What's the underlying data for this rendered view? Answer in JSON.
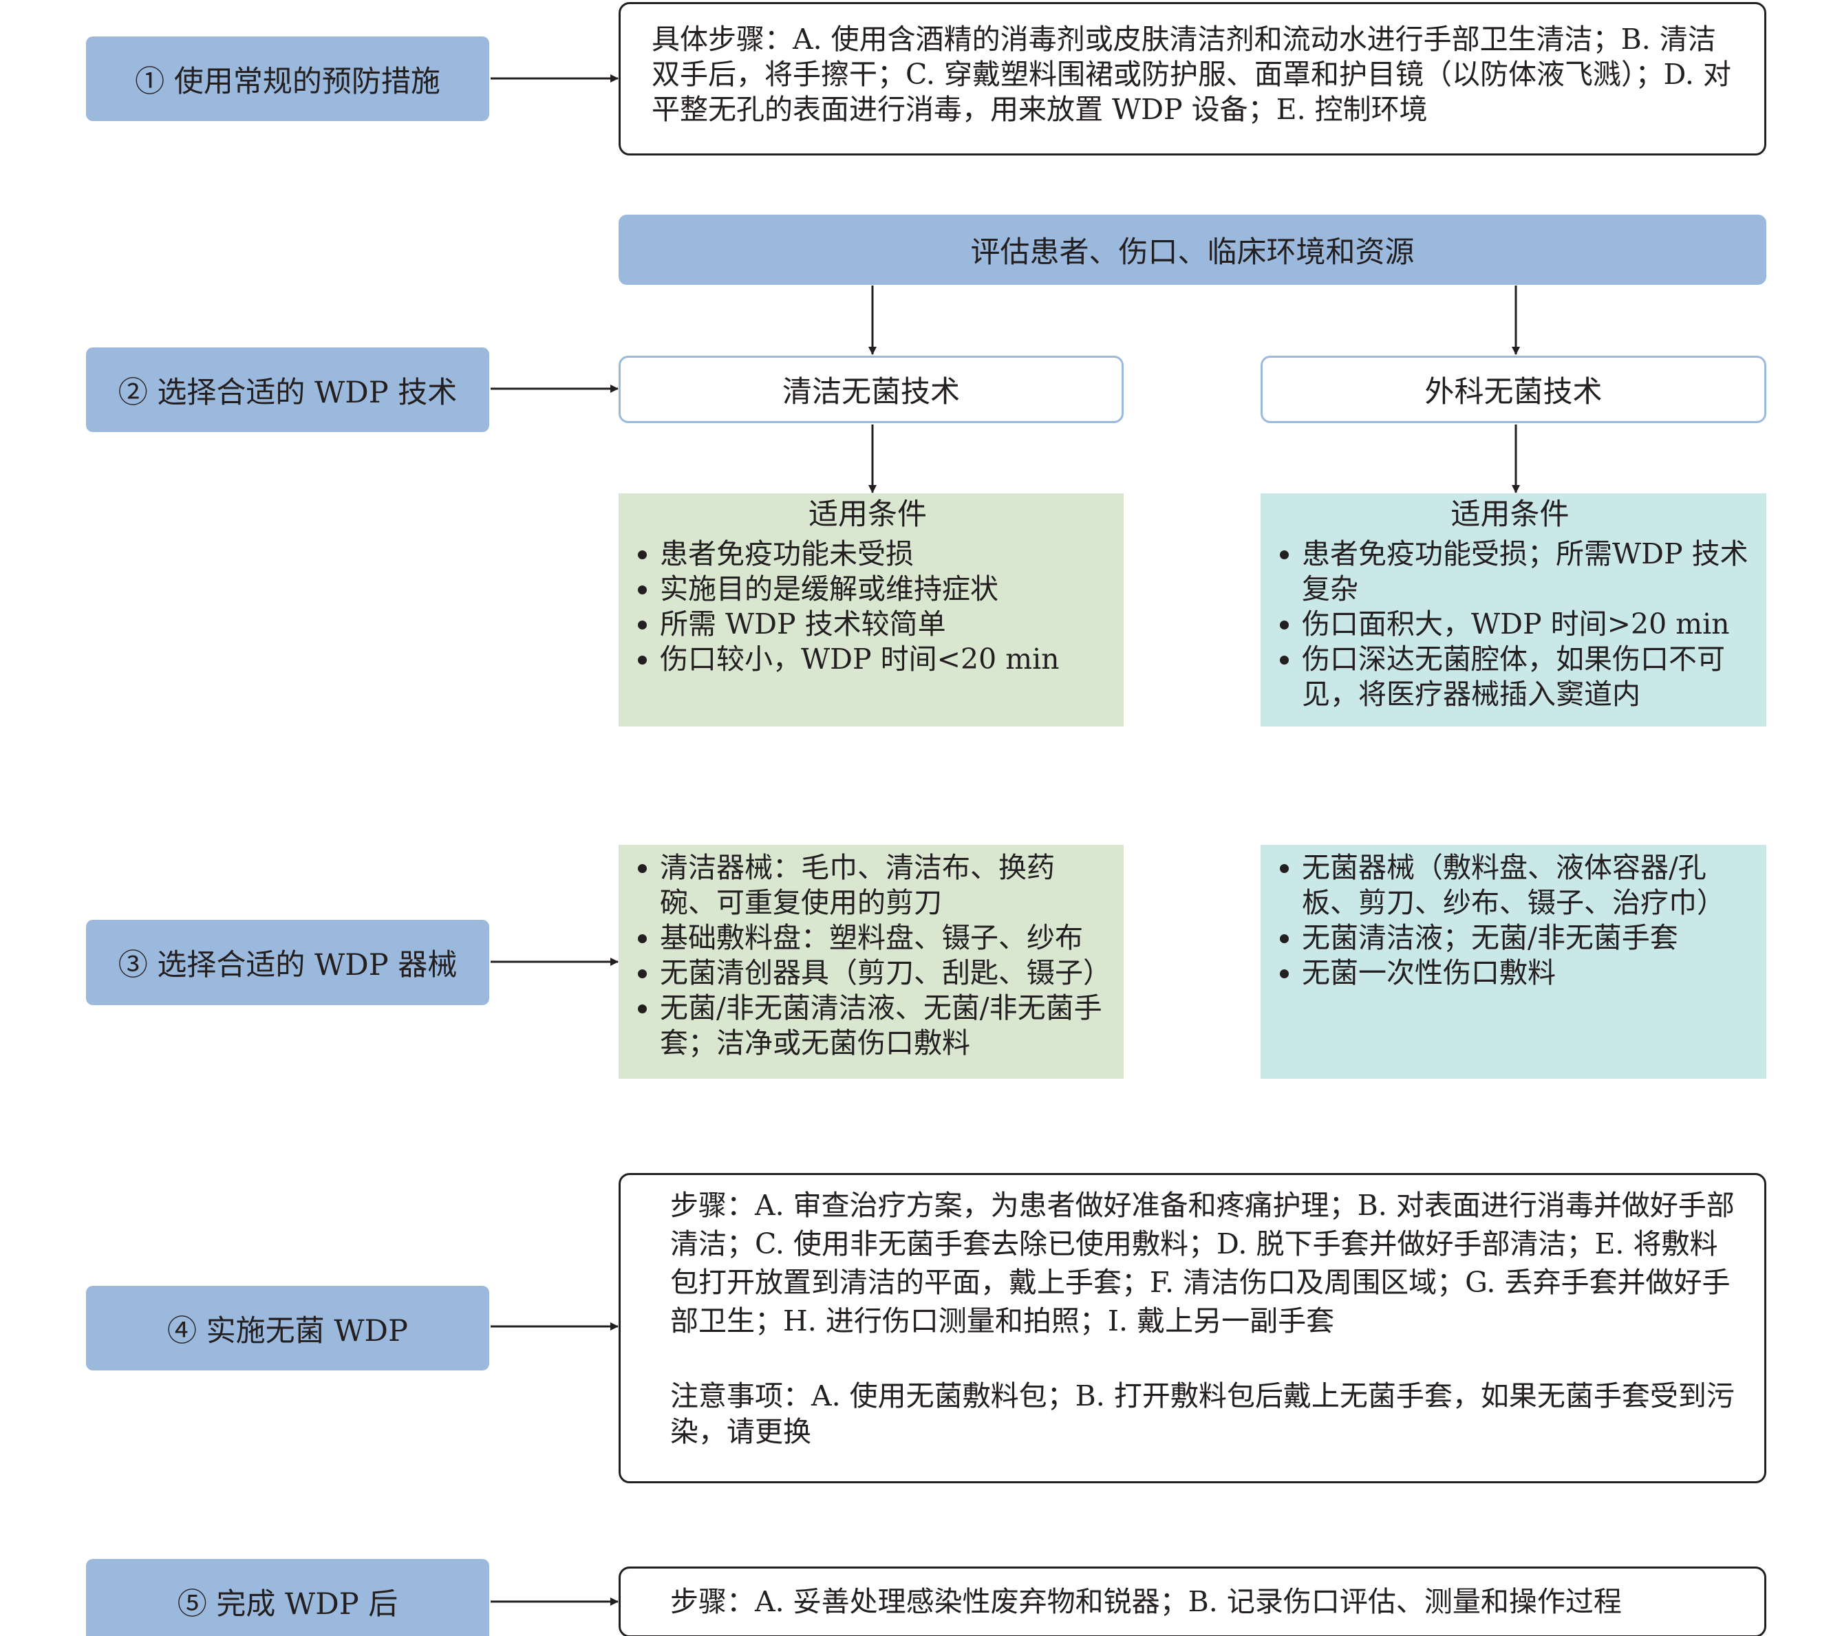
{
  "steps": {
    "s1": "① 使用常规的预防措施",
    "s2": "② 选择合适的 WDP 技术",
    "s3": "③ 选择合适的 WDP 器械",
    "s4": "④ 实施无菌 WDP",
    "s5": "⑤ 完成 WDP 后"
  },
  "box1": {
    "text": "具体步骤：A. 使用含酒精的消毒剂或皮肤清洁剂和流动水进行手部卫生清洁；B. 清洁双手后，将手擦干；C. 穿戴塑料围裙或防护服、面罩和护目镜（以防体液飞溅）；D. 对平整无孔的表面进行消毒，用来放置 WDP 设备；E. 控制环境"
  },
  "assess": "评估患者、伤口、临床环境和资源",
  "clean": {
    "label": "清洁无菌技术",
    "conditions_title": "适用条件",
    "conditions": [
      "患者免疫功能未受损",
      "实施目的是缓解或维持症状",
      "所需 WDP 技术较简单",
      "伤口较小，WDP 时间<20 min"
    ],
    "equipment": [
      "清洁器械：毛巾、清洁布、换药碗、可重复使用的剪刀",
      "基础敷料盘：塑料盘、镊子、纱布",
      "无菌清创器具（剪刀、刮匙、镊子）",
      "无菌/非无菌清洁液、无菌/非无菌手套；洁净或无菌伤口敷料"
    ]
  },
  "surgical": {
    "label": "外科无菌技术",
    "conditions_title": "适用条件",
    "conditions": [
      "患者免疫功能受损；所需WDP 技术复杂",
      "伤口面积大，WDP 时间>20 min",
      "伤口深达无菌腔体，如果伤口不可见，将医疗器械插入窦道内"
    ],
    "equipment": [
      "无菌器械（敷料盘、液体容器/孔板、剪刀、纱布、镊子、治疗巾）",
      "无菌清洁液；无菌/非无菌手套",
      "无菌一次性伤口敷料"
    ]
  },
  "box4": {
    "steps": "步骤：A. 审查治疗方案，为患者做好准备和疼痛护理；B. 对表面进行消毒并做好手部清洁；C. 使用非无菌手套去除已使用敷料；D. 脱下手套并做好手部清洁；E. 将敷料包打开放置到清洁的平面，戴上手套；F. 清洁伤口及周围区域；G. 丢弃手套并做好手部卫生；H. 进行伤口测量和拍照；I. 戴上另一副手套",
    "notes": "注意事项：A. 使用无菌敷料包；B. 打开敷料包后戴上无菌手套，如果无菌手套受到污染，请更换"
  },
  "box5": {
    "text": "步骤：A. 妥善处理感染性废弃物和锐器；B. 记录伤口评估、测量和操作过程"
  }
}
